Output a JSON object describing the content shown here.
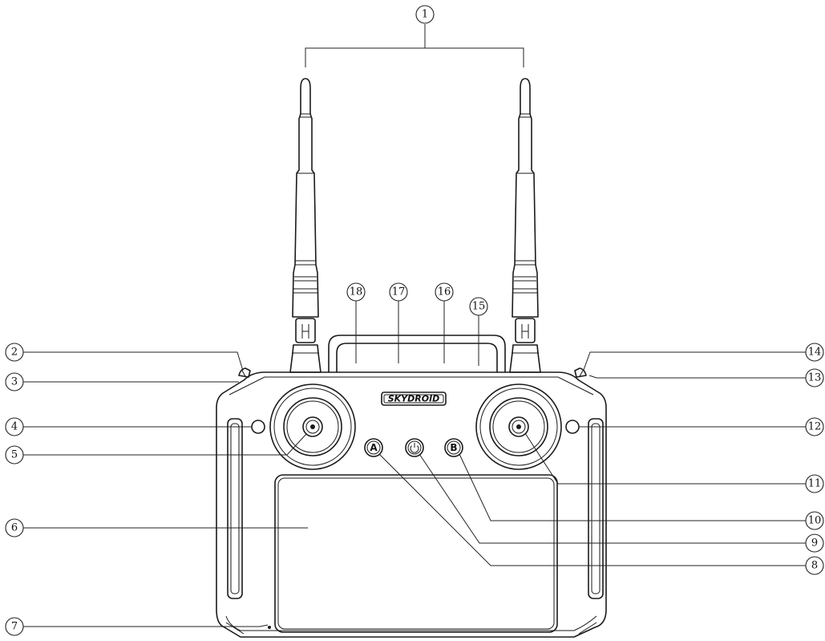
{
  "brand": {
    "logo_text": "SKYDROID"
  },
  "buttons": {
    "a_label": "A",
    "b_label": "B",
    "power_icon": "power-icon"
  },
  "callouts": [
    "1",
    "2",
    "3",
    "4",
    "5",
    "6",
    "7",
    "8",
    "9",
    "10",
    "11",
    "12",
    "13",
    "14",
    "15",
    "16",
    "17",
    "18"
  ]
}
